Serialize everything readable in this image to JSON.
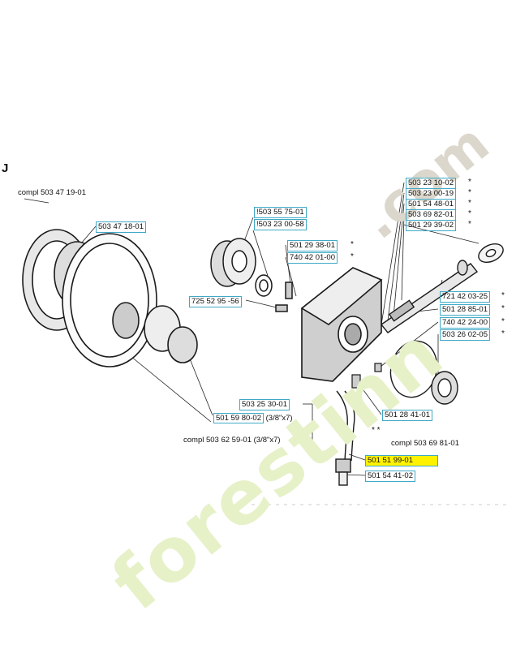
{
  "section_letter": "J",
  "watermark": {
    "main": "forestinn",
    "suffix": ".com"
  },
  "colors": {
    "label_border": "#3fa9c6",
    "highlight": "#fff200"
  },
  "labels": {
    "compl_top": "compl 503 47 19-01",
    "p_503_47_18": "503 47 18-01",
    "p_503_55_75": "!503 55 75-01",
    "p_503_23_00_58": "!503 23 00-58",
    "p_501_29_38": "501 29 38-01",
    "p_740_42_01": "740 42 01-00",
    "p_725_52_95": "725 52 95 -56",
    "p_503_23_10": "503 23 10-02",
    "p_503_23_00_19": "503 23 00-19",
    "p_501_54_48": "501 54 48-01",
    "p_503_69_82": "503 69 82-01",
    "p_501_29_39": "501 29 39-02",
    "p_721_42_03": "721 42 03-25",
    "p_501_28_85": "501 28 85-01",
    "p_740_42_24": "740 42 24-00",
    "p_503_26_02": "503 26 02-05",
    "p_501_28_41": "501 28 41-01",
    "p_503_25_30": "503 25 30-01",
    "p_501_59_80": "501 59 80-02",
    "p_501_59_80_note": "(3/8\"x7)",
    "compl_503_62": "compl 503 62 59-01",
    "compl_503_62_note": "(3/8\"x7)",
    "compl_503_69": "compl 503 69 81-01",
    "p_501_51_99": "501 51 99-01",
    "p_501_54_41": "501 54 41-02"
  },
  "marks": {
    "star": "*",
    "double_star": "* *"
  }
}
